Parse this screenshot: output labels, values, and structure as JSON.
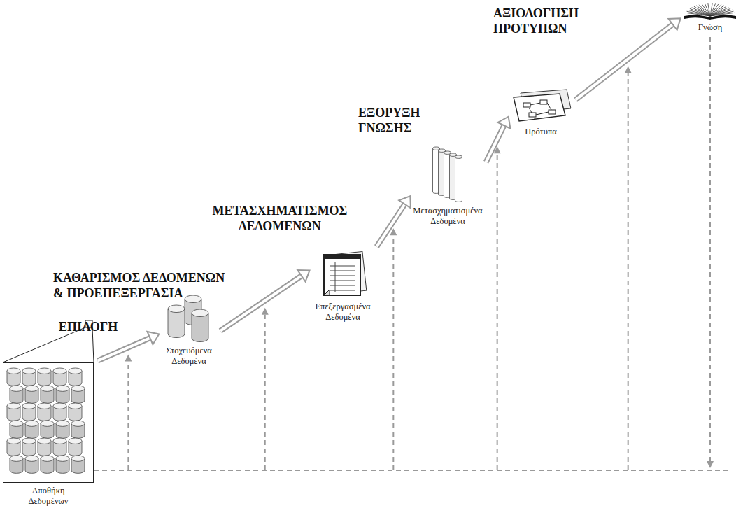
{
  "diagram": {
    "nodes": [
      {
        "text": [
          "Αποθήκη Δεδομένων"
        ]
      },
      {
        "text": [
          "Στοχευόμενα Δεδομένα"
        ]
      },
      {
        "text": [
          "Επεξεργασμένα Δεδομένα"
        ]
      },
      {
        "text": [
          "Μετασχηματισμένα Δεδομένα"
        ]
      },
      {
        "text": [
          "Πρότυπα"
        ]
      },
      {
        "text": [
          "Γνώση"
        ]
      }
    ],
    "edges": [
      {
        "from": 0,
        "to": 1,
        "arrow": "to",
        "label": "ΕΠΙΛΟΓΗ"
      },
      {
        "from": 1,
        "to": 2,
        "arrow": "to",
        "label": "ΚΑΘΑΡΙΣΜΟΣ ΔΕΔΟΜΕΝΩΝ & ΠΡΟΕΠΕΞΕΡΓΑΣΙΑ"
      },
      {
        "from": 2,
        "to": 3,
        "arrow": "to",
        "label": "ΜΕΤΑΣΧΗΜΑΤΙΣΜΟΣ ΔΕΔΟΜΕΝΩΝ"
      },
      {
        "from": 3,
        "to": 4,
        "arrow": "to",
        "label": "ΕΞΟΡΥΞΗ ΓΝΩΣΗΣ"
      },
      {
        "from": 4,
        "to": 5,
        "arrow": "to",
        "label": "ΑΞΙΟΛΟΓΗΣΗ ΠΡΟΤΥΠΩΝ"
      }
    ]
  }
}
